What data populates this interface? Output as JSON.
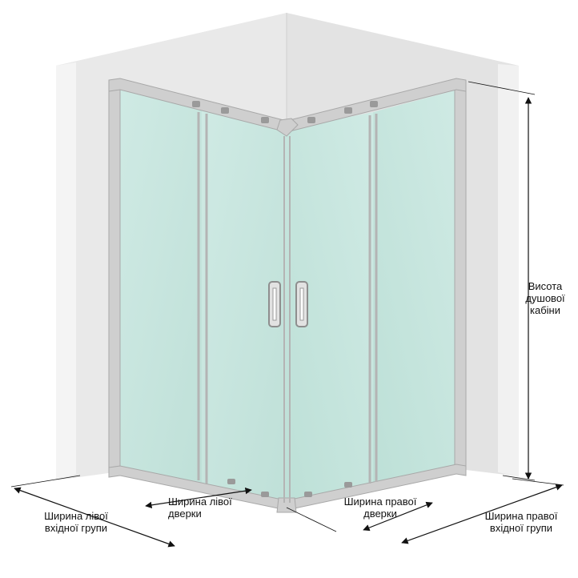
{
  "labels": {
    "cabin_height": [
      "Висота",
      "душової",
      "кабіни"
    ],
    "left_entry_width": [
      "Ширина лівої",
      "вхідної групи"
    ],
    "left_door_width": [
      "Ширина лівої",
      "дверки"
    ],
    "right_door_width": [
      "Ширина правої",
      "дверки"
    ],
    "right_entry_width": [
      "Ширина правої",
      "вхідної групи"
    ]
  },
  "colors": {
    "wall": "#e8e8e8",
    "wall_shadow": "#d6d6d6",
    "glass": "#c9e6df",
    "frame": "#c2c2c2",
    "dimension": "#111111"
  }
}
